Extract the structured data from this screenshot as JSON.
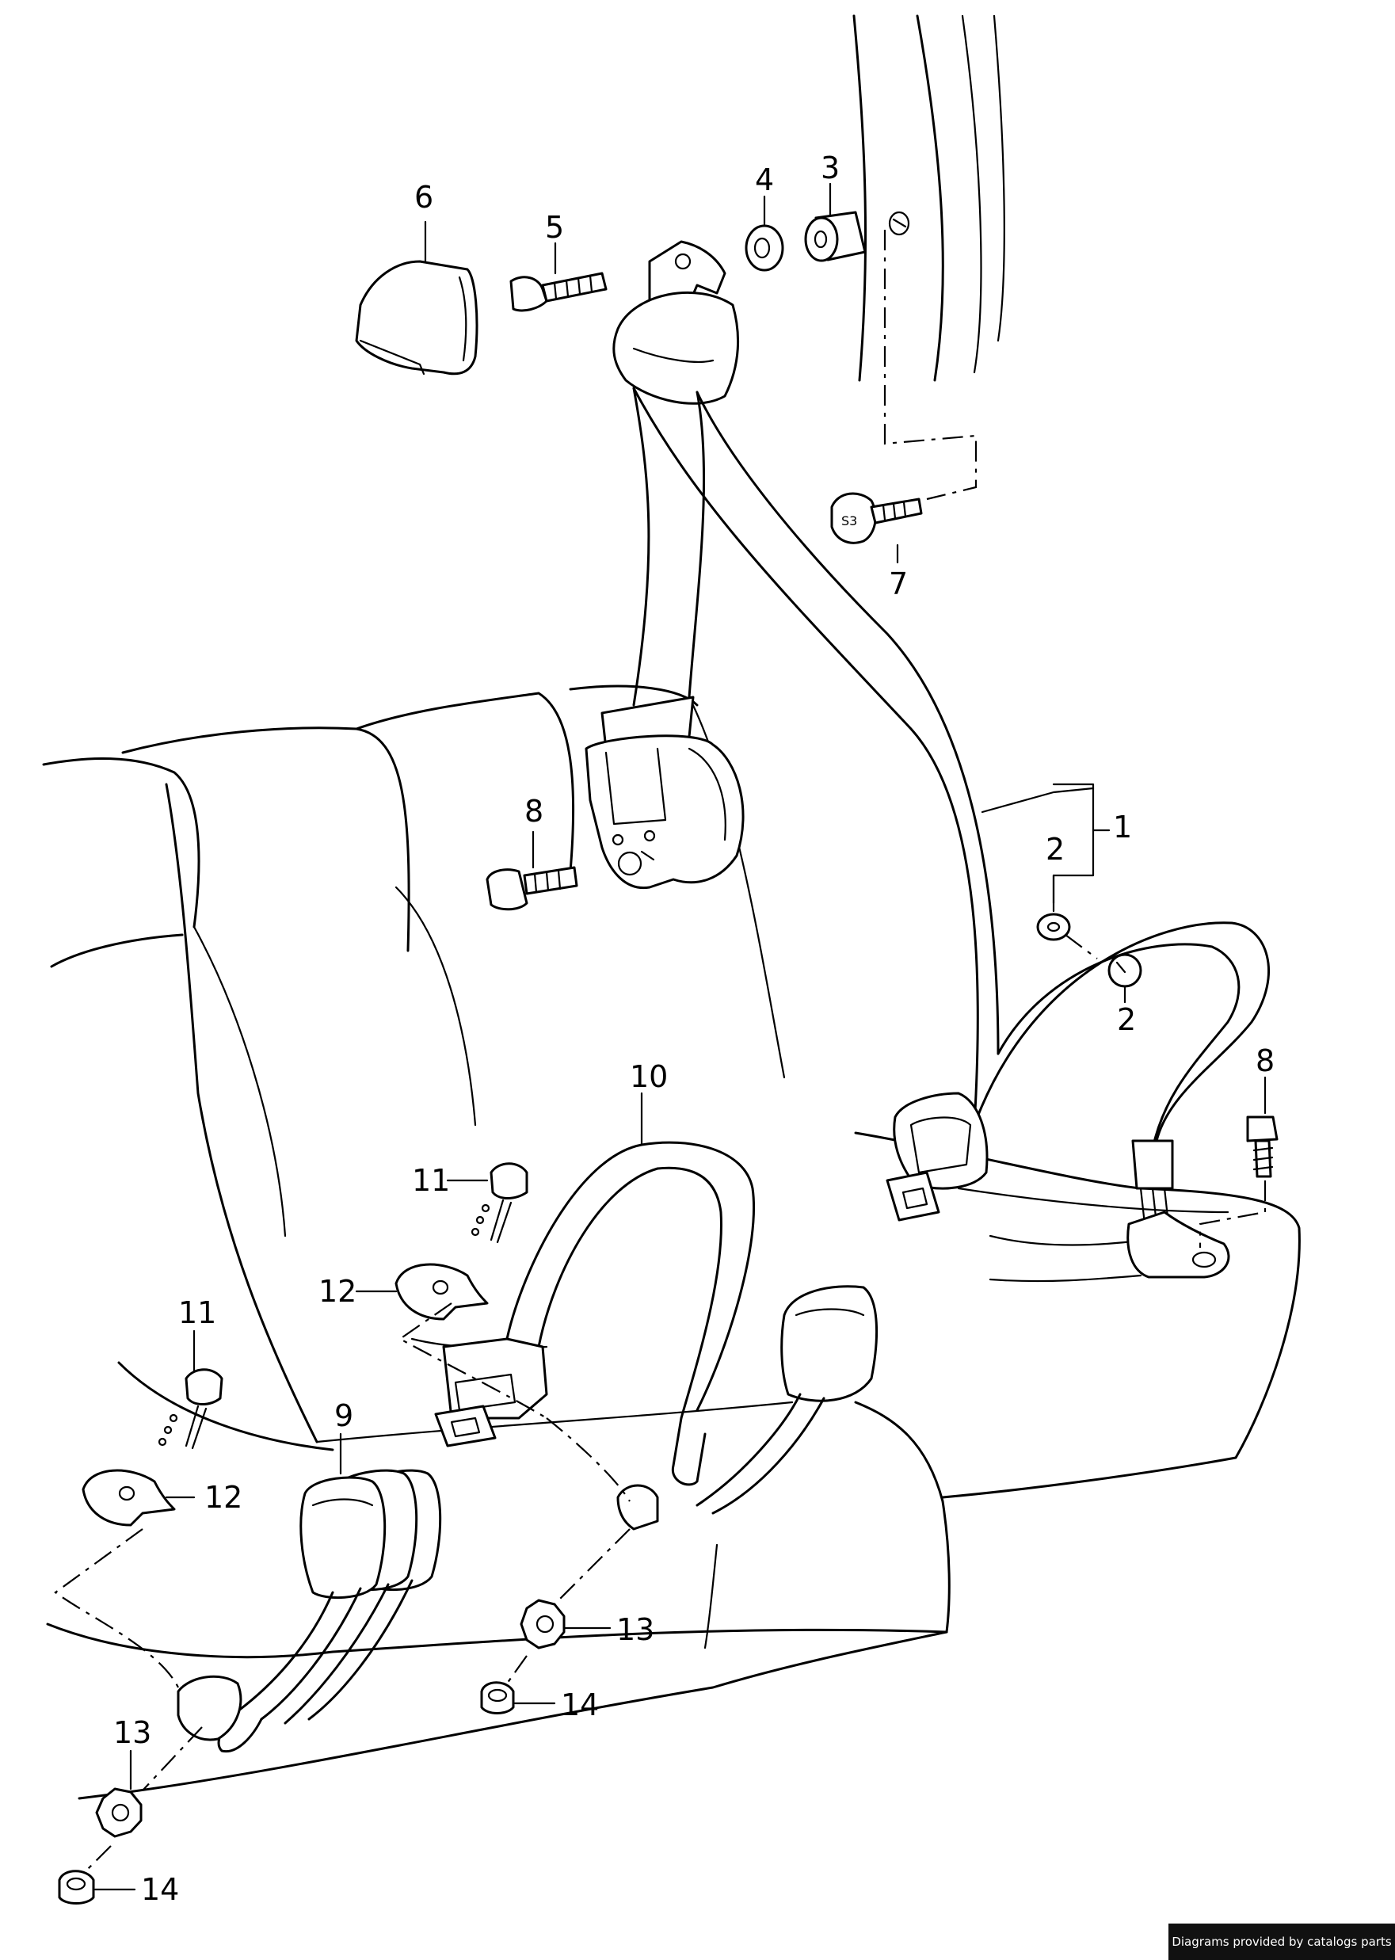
{
  "footer": {
    "credit": "Diagrams provided by catalogs parts"
  },
  "callouts": {
    "c1": "1",
    "c2a": "2",
    "c2b": "2",
    "c3": "3",
    "c4": "4",
    "c5": "5",
    "c6": "6",
    "c7": "7",
    "c8a": "8",
    "c8b": "8",
    "c9": "9",
    "c10": "10",
    "c11a": "11",
    "c11b": "11",
    "c12a": "12",
    "c12b": "12",
    "c13a": "13",
    "c13b": "13",
    "c14a": "14",
    "c14b": "14"
  }
}
